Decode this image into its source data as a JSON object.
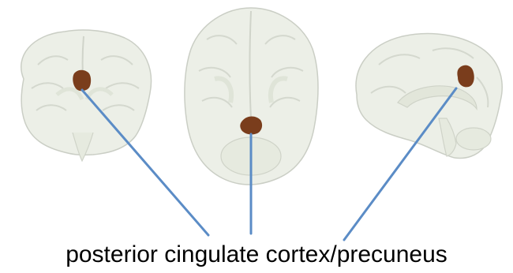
{
  "caption": "posterior cingulate cortex/precuneus",
  "views": [
    {
      "name": "coronal-view"
    },
    {
      "name": "axial-view"
    },
    {
      "name": "sagittal-view"
    }
  ],
  "colors": {
    "brain_fill": "#ecefe6",
    "brain_outline": "#c8ccc2",
    "brain_inner": "#dfe4d8",
    "region": "#7a3d1c",
    "pointer_line": "#5b8cc6",
    "caption_text": "#000000"
  }
}
